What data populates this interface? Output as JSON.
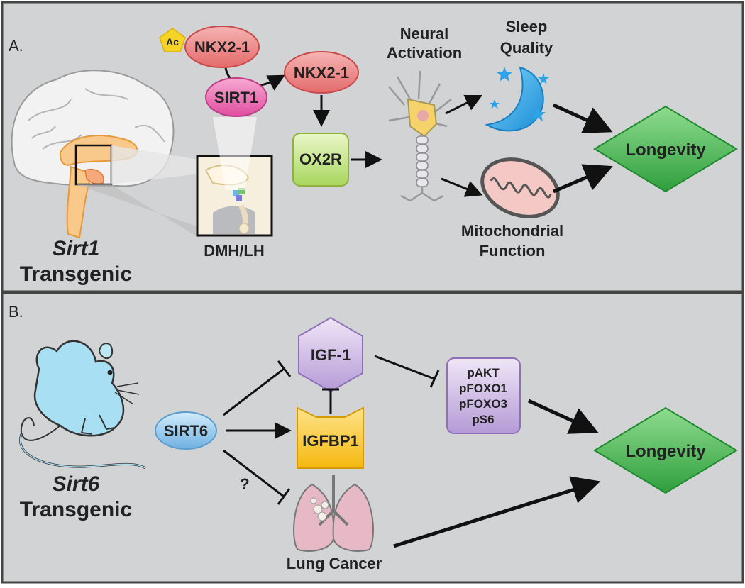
{
  "panel_a": {
    "letter": "A.",
    "model_italic": "Sirt1",
    "model_label": "Transgenic",
    "ac_label": "Ac",
    "nkx_acetyl": "NKX2-1",
    "sirt1": "SIRT1",
    "nkx_deacetyl": "NKX2-1",
    "ox2r": "OX2R",
    "region": "DMH/LH",
    "neural_line1": "Neural",
    "neural_line2": "Activation",
    "sleep_line1": "Sleep",
    "sleep_line2": "Quality",
    "mito_line1": "Mitochondrial",
    "mito_line2": "Function",
    "longevity": "Longevity"
  },
  "panel_b": {
    "letter": "B.",
    "model_italic": "Sirt6",
    "model_label": "Transgenic",
    "sirt6": "SIRT6",
    "igf1": "IGF-1",
    "igfbp1": "IGFBP1",
    "targets": [
      "pAKT",
      "pFOXO1",
      "pFOXO3",
      "pS6"
    ],
    "question": "?",
    "lung": "Lung Cancer",
    "longevity": "Longevity"
  },
  "colors": {
    "panel_bg": "#d2d3d5",
    "border": "#444444",
    "nkx_red": "#ef8a8a",
    "sirt1_pink": "#e85aa8",
    "ox2r_green": "#b8e07a",
    "longevity_green": "#3fb34a",
    "sirt6_blue": "#8cc2ea",
    "igf_purple": "#c7b4df",
    "igfbp_yellow": "#f7c51f",
    "moon_blue": "#1fa6e6",
    "mouse_blue": "#a8dff2"
  }
}
